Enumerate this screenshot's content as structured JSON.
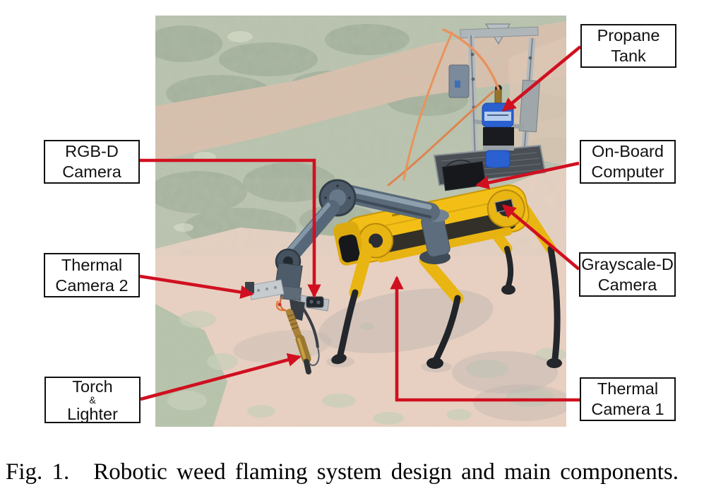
{
  "figure": {
    "caption_prefix": "Fig. 1.",
    "caption_text": "Robotic weed flaming system design and main components."
  },
  "labels": [
    {
      "id": "propane-tank",
      "line1": "Propane",
      "line2": "Tank"
    },
    {
      "id": "rgbd-camera",
      "line1": "RGB-D",
      "line2": "Camera"
    },
    {
      "id": "onboard-computer",
      "line1": "On-Board",
      "line2": "Computer"
    },
    {
      "id": "thermal-camera-2",
      "line1": "Thermal",
      "line2": "Camera 2"
    },
    {
      "id": "grayscale-d-camera",
      "line1": "Grayscale-D",
      "line2": "Camera"
    },
    {
      "id": "torch-lighter",
      "line1": "Torch",
      "line2": "&",
      "line3": "Lighter"
    },
    {
      "id": "thermal-camera-1",
      "line1": "Thermal",
      "line2": "Camera 1"
    }
  ],
  "colors": {
    "arrow_red": "#d01020",
    "box_border": "#111111",
    "box_background": "#ffffff",
    "robot_yellow": "#f3bf17",
    "tank_blue": "#2a60cf"
  }
}
